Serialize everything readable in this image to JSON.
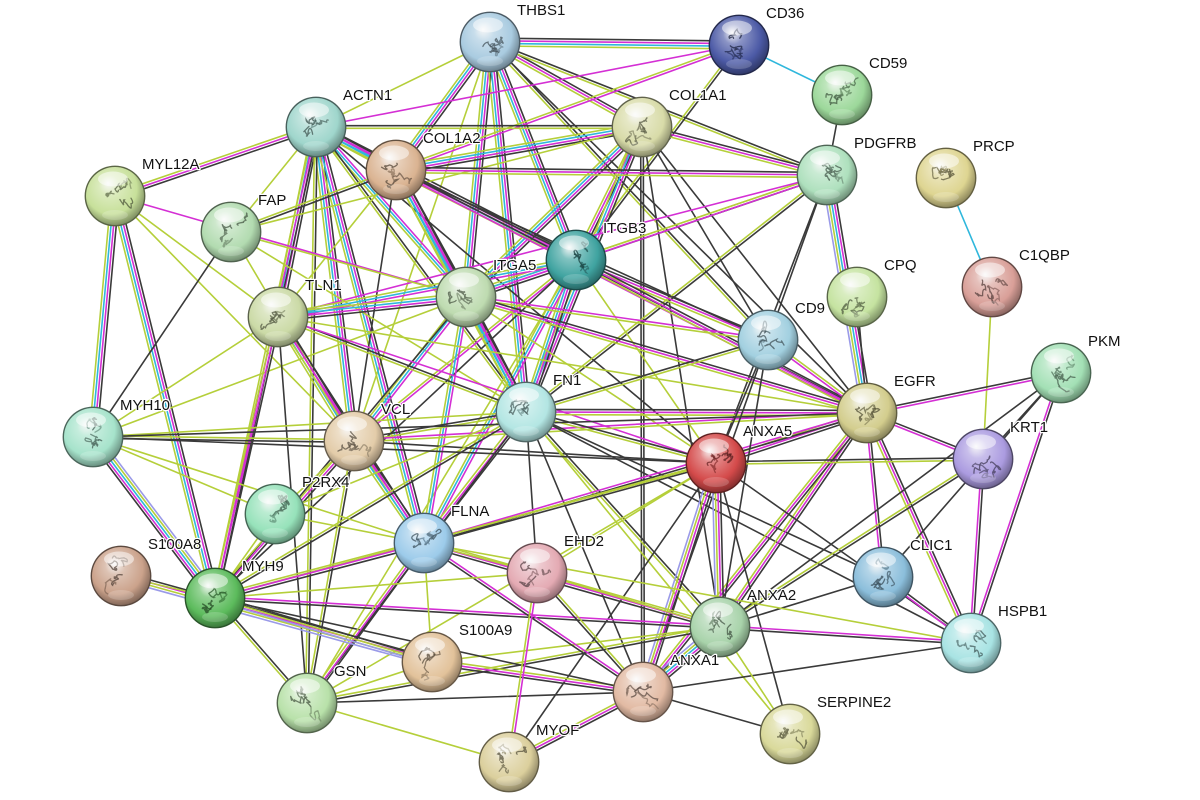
{
  "edge_palette": [
    "#3a3a3a",
    "#d42fd4",
    "#2fb7dc",
    "#b5cf3a",
    "#9a9ae8"
  ],
  "nodes": [
    {
      "name": "THBS1",
      "color": "#a9cbe0"
    },
    {
      "name": "CD36",
      "color": "#4c5aa6"
    },
    {
      "name": "CD59",
      "color": "#9cd89a"
    },
    {
      "name": "ACTN1",
      "color": "#9fd6cc"
    },
    {
      "name": "COL1A1",
      "color": "#d8dba8"
    },
    {
      "name": "COL1A2",
      "color": "#dab391"
    },
    {
      "name": "PDGFRB",
      "color": "#aee0bd"
    },
    {
      "name": "PRCP",
      "color": "#ded591"
    },
    {
      "name": "MYL12A",
      "color": "#c7e09a"
    },
    {
      "name": "FAP",
      "color": "#b2dbb0"
    },
    {
      "name": "ITGB3",
      "color": "#3fa3a0"
    },
    {
      "name": "C1QBP",
      "color": "#d99f98"
    },
    {
      "name": "TLN1",
      "color": "#cbdaa6"
    },
    {
      "name": "ITGA5",
      "color": "#bedbb0"
    },
    {
      "name": "CPQ",
      "color": "#c5e3a0"
    },
    {
      "name": "CD9",
      "color": "#a2d0e0"
    },
    {
      "name": "PKM",
      "color": "#a3e0b5"
    },
    {
      "name": "MYH10",
      "color": "#a6e3cb"
    },
    {
      "name": "VCL",
      "color": "#e3cca9"
    },
    {
      "name": "FN1",
      "color": "#b3e6e3"
    },
    {
      "name": "EGFR",
      "color": "#d3cd8d"
    },
    {
      "name": "ANXA5",
      "color": "#d44a4a"
    },
    {
      "name": "KRT1",
      "color": "#ab9be0"
    },
    {
      "name": "P2RX4",
      "color": "#96e2ba"
    },
    {
      "name": "FLNA",
      "color": "#9ccbea"
    },
    {
      "name": "EHD2",
      "color": "#e4aab3"
    },
    {
      "name": "CLIC1",
      "color": "#8bbedb"
    },
    {
      "name": "S100A8",
      "color": "#cba28b"
    },
    {
      "name": "MYH9",
      "color": "#5cbb5c"
    },
    {
      "name": "ANXA2",
      "color": "#a8d3aa"
    },
    {
      "name": "HSPB1",
      "color": "#a8e3e3"
    },
    {
      "name": "S100A9",
      "color": "#e2c29a"
    },
    {
      "name": "GSN",
      "color": "#b8e1a9"
    },
    {
      "name": "ANXA1",
      "color": "#e2baa3"
    },
    {
      "name": "SERPINE2",
      "color": "#d9d99a"
    },
    {
      "name": "MYOF",
      "color": "#dbcf9c"
    }
  ],
  "edges": [
    [
      "THBS1",
      "CD36",
      [
        0,
        1,
        2,
        3
      ]
    ],
    [
      "THBS1",
      "COL1A1",
      [
        0,
        1,
        3
      ]
    ],
    [
      "THBS1",
      "COL1A2",
      [
        0,
        1,
        2,
        3
      ]
    ],
    [
      "THBS1",
      "ACTN1",
      [
        3
      ]
    ],
    [
      "THBS1",
      "ITGB3",
      [
        0,
        1,
        2,
        3
      ]
    ],
    [
      "THBS1",
      "ITGA5",
      [
        0,
        1,
        2,
        3
      ]
    ],
    [
      "THBS1",
      "FN1",
      [
        0,
        1,
        2,
        3
      ]
    ],
    [
      "THBS1",
      "PDGFRB",
      [
        0,
        3
      ]
    ],
    [
      "THBS1",
      "CD9",
      [
        0,
        3
      ]
    ],
    [
      "THBS1",
      "EGFR",
      [
        0
      ]
    ],
    [
      "THBS1",
      "VCL",
      [
        3
      ]
    ],
    [
      "CD36",
      "CD59",
      [
        2
      ]
    ],
    [
      "CD36",
      "COL1A2",
      [
        1,
        3
      ]
    ],
    [
      "CD36",
      "ITGB3",
      [
        0,
        3
      ]
    ],
    [
      "CD36",
      "ACTN1",
      [
        1
      ]
    ],
    [
      "CD59",
      "PDGFRB",
      [
        0
      ]
    ],
    [
      "ACTN1",
      "COL1A2",
      [
        0,
        1,
        2,
        3
      ]
    ],
    [
      "ACTN1",
      "MYL12A",
      [
        0,
        1,
        3
      ]
    ],
    [
      "ACTN1",
      "FAP",
      [
        3
      ]
    ],
    [
      "ACTN1",
      "TLN1",
      [
        0,
        1,
        2,
        3
      ]
    ],
    [
      "ACTN1",
      "VCL",
      [
        0,
        1,
        2,
        3
      ]
    ],
    [
      "ACTN1",
      "ITGA5",
      [
        1,
        2,
        3
      ]
    ],
    [
      "ACTN1",
      "ITGB3",
      [
        0,
        1,
        2,
        3
      ]
    ],
    [
      "ACTN1",
      "FN1",
      [
        0,
        3
      ]
    ],
    [
      "ACTN1",
      "FLNA",
      [
        0,
        1,
        2,
        3
      ]
    ],
    [
      "ACTN1",
      "MYH9",
      [
        0,
        1,
        3
      ]
    ],
    [
      "ACTN1",
      "GSN",
      [
        0,
        3
      ]
    ],
    [
      "ACTN1",
      "COL1A1",
      [
        0,
        3
      ]
    ],
    [
      "ACTN1",
      "ANXA5",
      [
        0
      ]
    ],
    [
      "COL1A1",
      "COL1A2",
      [
        0,
        1,
        2,
        3
      ]
    ],
    [
      "COL1A1",
      "PDGFRB",
      [
        0,
        1,
        3
      ]
    ],
    [
      "COL1A1",
      "ITGB3",
      [
        0,
        1,
        3
      ]
    ],
    [
      "COL1A1",
      "ITGA5",
      [
        0,
        1,
        2,
        3
      ]
    ],
    [
      "COL1A1",
      "FN1",
      [
        0,
        1,
        2,
        3
      ]
    ],
    [
      "COL1A1",
      "FAP",
      [
        3
      ]
    ],
    [
      "COL1A1",
      "ANXA1",
      [
        0,
        0
      ]
    ],
    [
      "COL1A1",
      "ANXA2",
      [
        0
      ]
    ],
    [
      "COL1A1",
      "CD9",
      [
        0
      ]
    ],
    [
      "COL1A1",
      "EGFR",
      [
        0
      ]
    ],
    [
      "COL1A2",
      "PDGFRB",
      [
        0,
        1,
        3
      ]
    ],
    [
      "COL1A2",
      "ITGB3",
      [
        0,
        1,
        3
      ]
    ],
    [
      "COL1A2",
      "ITGA5",
      [
        0,
        1,
        2,
        3
      ]
    ],
    [
      "COL1A2",
      "FN1",
      [
        0,
        1,
        2,
        3
      ]
    ],
    [
      "COL1A2",
      "FAP",
      [
        0,
        3
      ]
    ],
    [
      "COL1A2",
      "TLN1",
      [
        3
      ]
    ],
    [
      "COL1A2",
      "VCL",
      [
        0
      ]
    ],
    [
      "COL1A2",
      "EGFR",
      [
        0,
        1
      ]
    ],
    [
      "COL1A2",
      "CD9",
      [
        0
      ]
    ],
    [
      "PDGFRB",
      "ITGB3",
      [
        0,
        3
      ]
    ],
    [
      "PDGFRB",
      "ITGA5",
      [
        1,
        3
      ]
    ],
    [
      "PDGFRB",
      "FN1",
      [
        0,
        3
      ]
    ],
    [
      "PDGFRB",
      "EGFR",
      [
        0,
        1,
        2,
        3,
        4
      ]
    ],
    [
      "PDGFRB",
      "CD9",
      [
        0
      ]
    ],
    [
      "PDGFRB",
      "ANXA5",
      [
        0
      ]
    ],
    [
      "PDGFRB",
      "TLN1",
      [
        1
      ]
    ],
    [
      "PRCP",
      "C1QBP",
      [
        2
      ]
    ],
    [
      "C1QBP",
      "KRT1",
      [
        3
      ]
    ],
    [
      "MYL12A",
      "MYH10",
      [
        0,
        1,
        2,
        3
      ]
    ],
    [
      "MYL12A",
      "MYH9",
      [
        0,
        1,
        2,
        3
      ]
    ],
    [
      "MYL12A",
      "TLN1",
      [
        3
      ]
    ],
    [
      "MYL12A",
      "ITGA5",
      [
        1
      ]
    ],
    [
      "MYL12A",
      "VCL",
      [
        3
      ]
    ],
    [
      "FAP",
      "MYH10",
      [
        0
      ]
    ],
    [
      "FAP",
      "FN1",
      [
        3
      ]
    ],
    [
      "FAP",
      "ITGA5",
      [
        3
      ]
    ],
    [
      "FAP",
      "VCL",
      [
        3
      ]
    ],
    [
      "ITGB3",
      "ITGA5",
      [
        0,
        1,
        2,
        3
      ]
    ],
    [
      "ITGB3",
      "FN1",
      [
        0,
        1,
        2,
        3
      ]
    ],
    [
      "ITGB3",
      "TLN1",
      [
        1,
        2,
        3
      ]
    ],
    [
      "ITGB3",
      "VCL",
      [
        1,
        3
      ]
    ],
    [
      "ITGB3",
      "FLNA",
      [
        1,
        2,
        3
      ]
    ],
    [
      "ITGB3",
      "MYH9",
      [
        0
      ]
    ],
    [
      "ITGB3",
      "CD9",
      [
        0,
        1,
        3
      ]
    ],
    [
      "ITGB3",
      "EGFR",
      [
        0,
        1,
        3
      ]
    ],
    [
      "ITGB3",
      "ANXA5",
      [
        3
      ]
    ],
    [
      "ITGB3",
      "GSN",
      [
        3
      ]
    ],
    [
      "ITGA5",
      "FN1",
      [
        0,
        1,
        2,
        3
      ]
    ],
    [
      "ITGA5",
      "TLN1",
      [
        0,
        1,
        2,
        3
      ]
    ],
    [
      "ITGA5",
      "VCL",
      [
        1,
        2,
        3
      ]
    ],
    [
      "ITGA5",
      "FLNA",
      [
        1,
        2,
        3
      ]
    ],
    [
      "ITGA5",
      "CD9",
      [
        1,
        3
      ]
    ],
    [
      "ITGA5",
      "EGFR",
      [
        0,
        1,
        3
      ]
    ],
    [
      "ITGA5",
      "MYH10",
      [
        3
      ]
    ],
    [
      "ITGA5",
      "ANXA5",
      [
        3
      ]
    ],
    [
      "ITGA5",
      "MYH9",
      [
        0
      ]
    ],
    [
      "TLN1",
      "VCL",
      [
        0,
        1,
        2,
        3
      ]
    ],
    [
      "TLN1",
      "FLNA",
      [
        0,
        1,
        3
      ]
    ],
    [
      "TLN1",
      "MYH9",
      [
        0,
        1,
        3
      ]
    ],
    [
      "TLN1",
      "MYH10",
      [
        3
      ]
    ],
    [
      "TLN1",
      "FN1",
      [
        0,
        3
      ]
    ],
    [
      "TLN1",
      "GSN",
      [
        0
      ]
    ],
    [
      "TLN1",
      "EGFR",
      [
        3
      ]
    ],
    [
      "TLN1",
      "ANXA5",
      [
        1
      ]
    ],
    [
      "VCL",
      "FN1",
      [
        0,
        3
      ]
    ],
    [
      "VCL",
      "FLNA",
      [
        0,
        1,
        2,
        3
      ]
    ],
    [
      "VCL",
      "MYH9",
      [
        0,
        1,
        3
      ]
    ],
    [
      "VCL",
      "MYH10",
      [
        0,
        3
      ]
    ],
    [
      "VCL",
      "P2RX4",
      [
        3
      ]
    ],
    [
      "VCL",
      "GSN",
      [
        0,
        3
      ]
    ],
    [
      "VCL",
      "EGFR",
      [
        1,
        3
      ]
    ],
    [
      "VCL",
      "ANXA5",
      [
        0
      ]
    ],
    [
      "FN1",
      "EGFR",
      [
        0,
        1,
        3
      ]
    ],
    [
      "FN1",
      "ANXA5",
      [
        0,
        3
      ]
    ],
    [
      "FN1",
      "CD9",
      [
        0,
        3
      ]
    ],
    [
      "FN1",
      "FLNA",
      [
        0,
        1,
        3
      ]
    ],
    [
      "FN1",
      "ANXA2",
      [
        0,
        3
      ]
    ],
    [
      "FN1",
      "ANXA1",
      [
        0
      ]
    ],
    [
      "FN1",
      "EHD2",
      [
        0
      ]
    ],
    [
      "FN1",
      "MYH10",
      [
        3
      ]
    ],
    [
      "FN1",
      "P2RX4",
      [
        3
      ]
    ],
    [
      "FN1",
      "GSN",
      [
        0
      ]
    ],
    [
      "FN1",
      "MYH9",
      [
        0,
        3
      ]
    ],
    [
      "FN1",
      "CLIC1",
      [
        0
      ]
    ],
    [
      "FN1",
      "HSPB1",
      [
        0
      ]
    ],
    [
      "FN1",
      "SERPINE2",
      [
        3
      ]
    ],
    [
      "EGFR",
      "ANXA5",
      [
        0,
        1,
        3
      ]
    ],
    [
      "EGFR",
      "KRT1",
      [
        0,
        1
      ]
    ],
    [
      "EGFR",
      "PKM",
      [
        0,
        1
      ]
    ],
    [
      "EGFR",
      "CD9",
      [
        1,
        3
      ]
    ],
    [
      "EGFR",
      "CLIC1",
      [
        0,
        1
      ]
    ],
    [
      "EGFR",
      "HSPB1",
      [
        0,
        1,
        3
      ]
    ],
    [
      "EGFR",
      "ANXA2",
      [
        0,
        1,
        3
      ]
    ],
    [
      "EGFR",
      "ANXA1",
      [
        0,
        1,
        3
      ]
    ],
    [
      "EGFR",
      "FLNA",
      [
        0,
        1
      ]
    ],
    [
      "EGFR",
      "CPQ",
      [
        0
      ]
    ],
    [
      "CD9",
      "ANXA5",
      [
        0
      ]
    ],
    [
      "CD9",
      "ANXA1",
      [
        0
      ]
    ],
    [
      "CD9",
      "ANXA2",
      [
        0
      ]
    ],
    [
      "ANXA5",
      "ANXA2",
      [
        0,
        1,
        3,
        4
      ]
    ],
    [
      "ANXA5",
      "ANXA1",
      [
        0,
        1,
        3,
        4
      ]
    ],
    [
      "ANXA5",
      "KRT1",
      [
        0,
        3
      ]
    ],
    [
      "ANXA5",
      "FLNA",
      [
        0,
        3
      ]
    ],
    [
      "ANXA5",
      "EHD2",
      [
        3
      ]
    ],
    [
      "ANXA5",
      "MYH9",
      [
        3
      ]
    ],
    [
      "ANXA5",
      "GSN",
      [
        3
      ]
    ],
    [
      "ANXA5",
      "HSPB1",
      [
        0
      ]
    ],
    [
      "ANXA5",
      "SERPINE2",
      [
        0
      ]
    ],
    [
      "ANXA5",
      "MYOF",
      [
        0
      ]
    ],
    [
      "KRT1",
      "PKM",
      [
        0
      ]
    ],
    [
      "KRT1",
      "HSPB1",
      [
        0,
        1
      ]
    ],
    [
      "KRT1",
      "ANXA2",
      [
        0,
        3
      ]
    ],
    [
      "PKM",
      "HSPB1",
      [
        0,
        1
      ]
    ],
    [
      "PKM",
      "ANXA2",
      [
        0
      ]
    ],
    [
      "PKM",
      "CLIC1",
      [
        0
      ]
    ],
    [
      "CLIC1",
      "HSPB1",
      [
        0,
        1
      ]
    ],
    [
      "CLIC1",
      "ANXA2",
      [
        0
      ]
    ],
    [
      "HSPB1",
      "ANXA2",
      [
        0,
        1
      ]
    ],
    [
      "HSPB1",
      "ANXA1",
      [
        0
      ]
    ],
    [
      "HSPB1",
      "FLNA",
      [
        3
      ]
    ],
    [
      "ANXA2",
      "ANXA1",
      [
        0,
        1,
        2,
        3,
        4
      ]
    ],
    [
      "ANXA2",
      "FLNA",
      [
        0,
        1,
        3
      ]
    ],
    [
      "ANXA2",
      "MYH9",
      [
        0,
        1
      ]
    ],
    [
      "ANXA2",
      "GSN",
      [
        0,
        3
      ]
    ],
    [
      "ANXA2",
      "SERPINE2",
      [
        3
      ]
    ],
    [
      "ANXA2",
      "EHD2",
      [
        3
      ]
    ],
    [
      "ANXA2",
      "S100A9",
      [
        3
      ]
    ],
    [
      "ANXA1",
      "S100A9",
      [
        0,
        1,
        3
      ]
    ],
    [
      "ANXA1",
      "FLNA",
      [
        0,
        1
      ]
    ],
    [
      "ANXA1",
      "MYH9",
      [
        0
      ]
    ],
    [
      "ANXA1",
      "MYOF",
      [
        0,
        1,
        3
      ]
    ],
    [
      "ANXA1",
      "EHD2",
      [
        0,
        3
      ]
    ],
    [
      "ANXA1",
      "GSN",
      [
        0
      ]
    ],
    [
      "ANXA1",
      "SERPINE2",
      [
        0
      ]
    ],
    [
      "FLNA",
      "MYH9",
      [
        0,
        1,
        3
      ]
    ],
    [
      "FLNA",
      "GSN",
      [
        0,
        1,
        3
      ]
    ],
    [
      "FLNA",
      "P2RX4",
      [
        3
      ]
    ],
    [
      "FLNA",
      "EHD2",
      [
        3
      ]
    ],
    [
      "FLNA",
      "S100A9",
      [
        3
      ]
    ],
    [
      "EHD2",
      "MYOF",
      [
        1,
        3
      ]
    ],
    [
      "EHD2",
      "MYH9",
      [
        3
      ]
    ],
    [
      "S100A8",
      "S100A9",
      [
        0,
        1,
        3,
        4
      ]
    ],
    [
      "S100A8",
      "MYH9",
      [
        3
      ]
    ],
    [
      "MYH9",
      "MYH10",
      [
        0,
        1,
        2,
        3,
        4
      ]
    ],
    [
      "MYH9",
      "GSN",
      [
        0,
        3
      ]
    ],
    [
      "MYH9",
      "P2RX4",
      [
        3
      ]
    ],
    [
      "MYH9",
      "S100A9",
      [
        0,
        3,
        4
      ]
    ],
    [
      "MYH10",
      "P2RX4",
      [
        3
      ]
    ],
    [
      "MYH10",
      "FLNA",
      [
        3
      ]
    ],
    [
      "MYH10",
      "EGFR",
      [
        0
      ]
    ],
    [
      "MYH10",
      "ANXA5",
      [
        0
      ]
    ],
    [
      "GSN",
      "S100A9",
      [
        3
      ]
    ],
    [
      "GSN",
      "MYOF",
      [
        3
      ]
    ]
  ]
}
